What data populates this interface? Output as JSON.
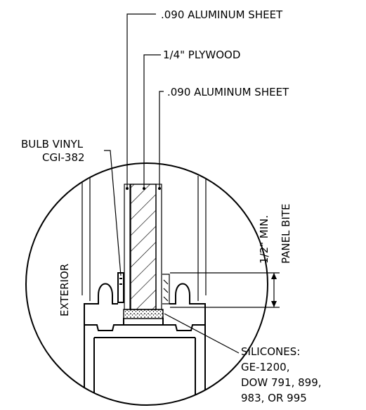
{
  "labels": {
    "sheet_outer": ".090 ALUMINUM SHEET",
    "plywood": "1/4\" PLYWOOD",
    "sheet_inner": ".090 ALUMINUM SHEET",
    "bulb_vinyl_line1": "BULB VINYL",
    "bulb_vinyl_line2": "CGI-382",
    "exterior": "EXTERIOR",
    "bite_line1": "1/2\" MIN.",
    "bite_line2": "PANEL BITE",
    "silicones_line1": "SILICONES:",
    "silicones_line2": "GE-1200,",
    "silicones_line3": "DOW 791, 899,",
    "silicones_line4": "983, OR 995"
  }
}
